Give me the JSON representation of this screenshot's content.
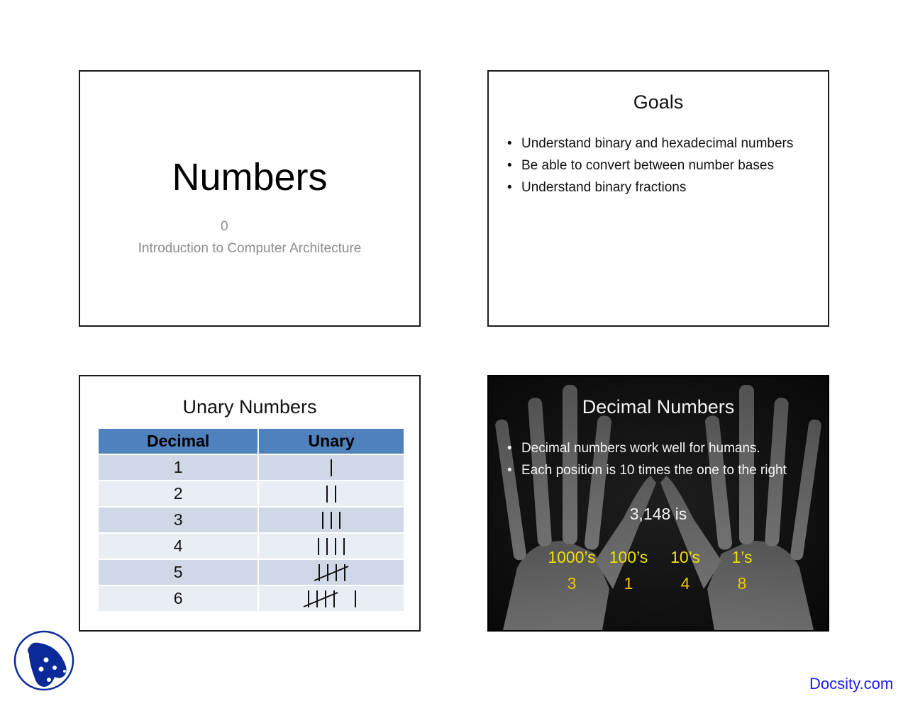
{
  "slides": [
    {
      "id": "title",
      "title": "Numbers",
      "number": "0",
      "subtitle": "Introduction to Computer Architecture"
    },
    {
      "id": "goals",
      "title": "Goals",
      "bullets": [
        "Understand binary and hexadecimal numbers",
        "Be able to convert between number bases",
        "Understand binary fractions"
      ]
    },
    {
      "id": "unary",
      "title": "Unary Numbers",
      "table": {
        "headers": [
          "Decimal",
          "Unary"
        ],
        "rows": [
          {
            "decimal": "1",
            "unary": "|"
          },
          {
            "decimal": "2",
            "unary": "||"
          },
          {
            "decimal": "3",
            "unary": "|||"
          },
          {
            "decimal": "4",
            "unary": "||||"
          },
          {
            "decimal": "5",
            "unary": "tally-5 (four bars crossed)"
          },
          {
            "decimal": "6",
            "unary": "tally-5 (four bars crossed) + |"
          }
        ]
      }
    },
    {
      "id": "decimal",
      "title": "Decimal Numbers",
      "bullets": [
        "Decimal numbers work well for humans.",
        "Each position is 10 times the one to the right"
      ],
      "example": "3,148 is",
      "places": [
        "1000’s",
        "100’s",
        "10’s",
        "1’s"
      ],
      "digits": [
        "3",
        "1",
        "4",
        "8"
      ],
      "background": "x-ray image of two hands"
    }
  ],
  "footer": {
    "brand": "Docsity.com",
    "logo": "docsity-logo-icon"
  },
  "colors": {
    "table_header": "#4f81bd",
    "row_odd": "#d0d8e8",
    "row_even": "#e9edf4",
    "place_label": "#f0e000",
    "digit": "#f5c400",
    "brand_link": "#1a1aff",
    "logo": "#0a2a9a"
  }
}
